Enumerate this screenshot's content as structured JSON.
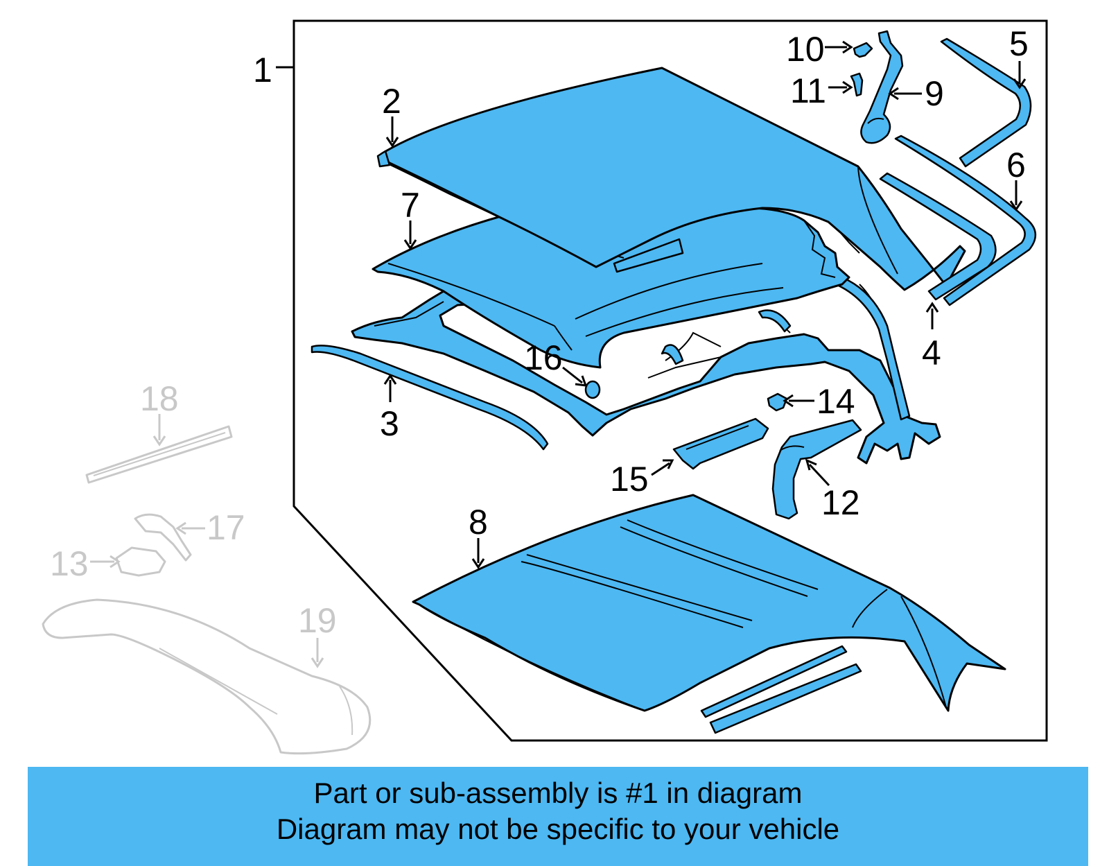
{
  "diagram": {
    "callouts": {
      "c1": "1",
      "c2": "2",
      "c3": "3",
      "c4": "4",
      "c5": "5",
      "c6": "6",
      "c7": "7",
      "c8": "8",
      "c9": "9",
      "c10": "10",
      "c11": "11",
      "c12": "12",
      "c13": "13",
      "c14": "14",
      "c15": "15",
      "c16": "16",
      "c17": "17",
      "c18": "18",
      "c19": "19"
    },
    "colors": {
      "highlight": "#4db8f2",
      "outline": "#000000",
      "not_included": "#c8c8c8"
    }
  },
  "banner": {
    "line1": "Part or sub-assembly is #1 in diagram",
    "line2": "Diagram may not be specific to your vehicle"
  }
}
